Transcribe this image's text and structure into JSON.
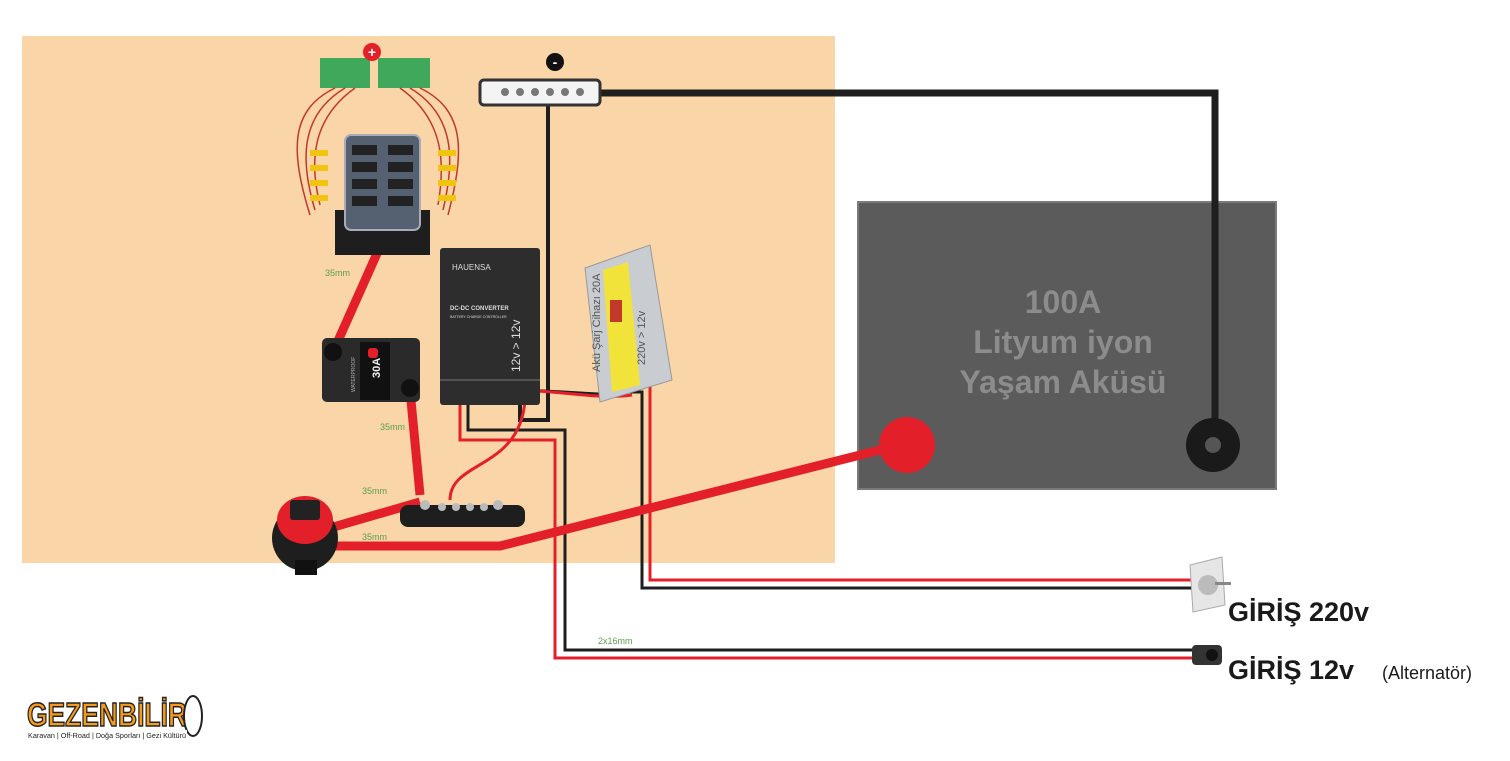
{
  "battery": {
    "lines": [
      "100A",
      "Lityum iyon",
      "Yaşam Aküsü"
    ]
  },
  "symbols": {
    "positive": "+",
    "negative": "-"
  },
  "dcdc_converter": {
    "brand": "HAUENSA",
    "title": "DC-DC CONVERTER",
    "subtitle": "BATTERY CHARGE CONTROLLER",
    "rating": "12v > 12v"
  },
  "charger": {
    "name": "Akü Şarj Cihazı 20A",
    "rating": "220v > 12v"
  },
  "breaker": {
    "label": "30A",
    "brand": "WATERPROOF"
  },
  "cable_labels": [
    "35mm",
    "35mm",
    "35mm",
    "35mm",
    "2x16mm"
  ],
  "inputs": {
    "ac": "GİRİŞ 220v",
    "dc": "GİRİŞ 12v",
    "dc_note": "(Alternatör)"
  },
  "logo": {
    "name": "GEZENBİLİR",
    "tagline": "Karavan | Off-Road | Doğa Sporları | Gezi Kültürü"
  },
  "colors": {
    "panel": "#f9d5a7",
    "positive_wire": "#e3202a",
    "negative_wire": "#1e1e1e",
    "battery": "#5b5b5b",
    "logo": "#f59a1b"
  }
}
